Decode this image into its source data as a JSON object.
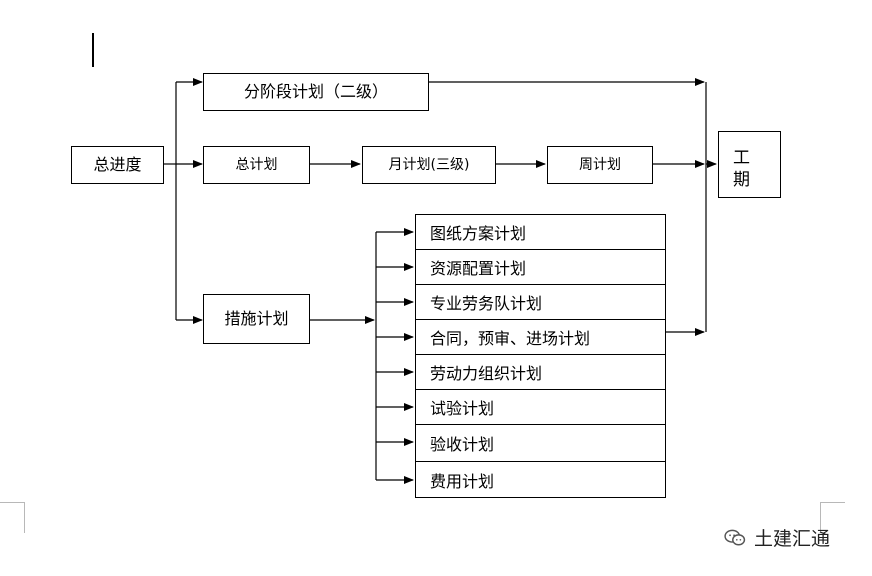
{
  "nodes": {
    "total_progress": "总进度",
    "phase_plan": "分阶段计划（二级）",
    "master_plan": "总计划",
    "monthly_plan": "月计划(三级)",
    "weekly_plan": "周计划",
    "measures_plan": "措施计划",
    "duration": [
      "工",
      "期",
      "、"
    ]
  },
  "measures_list": [
    "图纸方案计划",
    "资源配置计划",
    "专业劳务队计划",
    "合同，预审、进场计划",
    "劳动力组织计划",
    "试验计划",
    "验收计划",
    "费用计划"
  ],
  "watermark": {
    "icon": "wechat-icon",
    "text": "土建汇通"
  }
}
